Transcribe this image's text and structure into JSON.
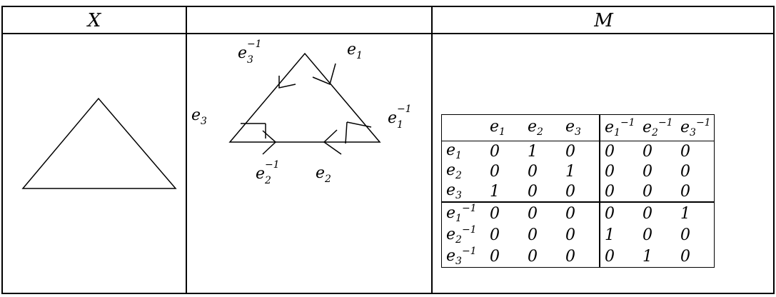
{
  "headers": {
    "x": "X",
    "middle": "",
    "m": "M"
  },
  "diagram": {
    "labels": {
      "e3inv": "e",
      "e3inv_sub": "3",
      "e3inv_sup": "−1",
      "e1": "e",
      "e1_sub": "1",
      "e3": "e",
      "e3_sub": "3",
      "e1inv": "e",
      "e1inv_sub": "1",
      "e1inv_sup": "−1",
      "e2inv": "e",
      "e2inv_sub": "2",
      "e2inv_sup": "−1",
      "e2": "e",
      "e2_sub": "2"
    }
  },
  "matrix": {
    "columns": [
      {
        "base": "e",
        "sub": "1",
        "sup": ""
      },
      {
        "base": "e",
        "sub": "2",
        "sup": ""
      },
      {
        "base": "e",
        "sub": "3",
        "sup": ""
      },
      {
        "base": "e",
        "sub": "1",
        "sup": "−1"
      },
      {
        "base": "e",
        "sub": "2",
        "sup": "−1"
      },
      {
        "base": "e",
        "sub": "3",
        "sup": "−1"
      }
    ],
    "rows": [
      {
        "base": "e",
        "sub": "1",
        "sup": "",
        "values": [
          "0",
          "1",
          "0",
          "0",
          "0",
          "0"
        ]
      },
      {
        "base": "e",
        "sub": "2",
        "sup": "",
        "values": [
          "0",
          "0",
          "1",
          "0",
          "0",
          "0"
        ]
      },
      {
        "base": "e",
        "sub": "3",
        "sup": "",
        "values": [
          "1",
          "0",
          "0",
          "0",
          "0",
          "0"
        ]
      },
      {
        "base": "e",
        "sub": "1",
        "sup": "−1",
        "values": [
          "0",
          "0",
          "0",
          "0",
          "0",
          "1"
        ]
      },
      {
        "base": "e",
        "sub": "2",
        "sup": "−1",
        "values": [
          "0",
          "0",
          "0",
          "1",
          "0",
          "0"
        ]
      },
      {
        "base": "e",
        "sub": "3",
        "sup": "−1",
        "values": [
          "0",
          "0",
          "0",
          "0",
          "1",
          "0"
        ]
      }
    ]
  }
}
